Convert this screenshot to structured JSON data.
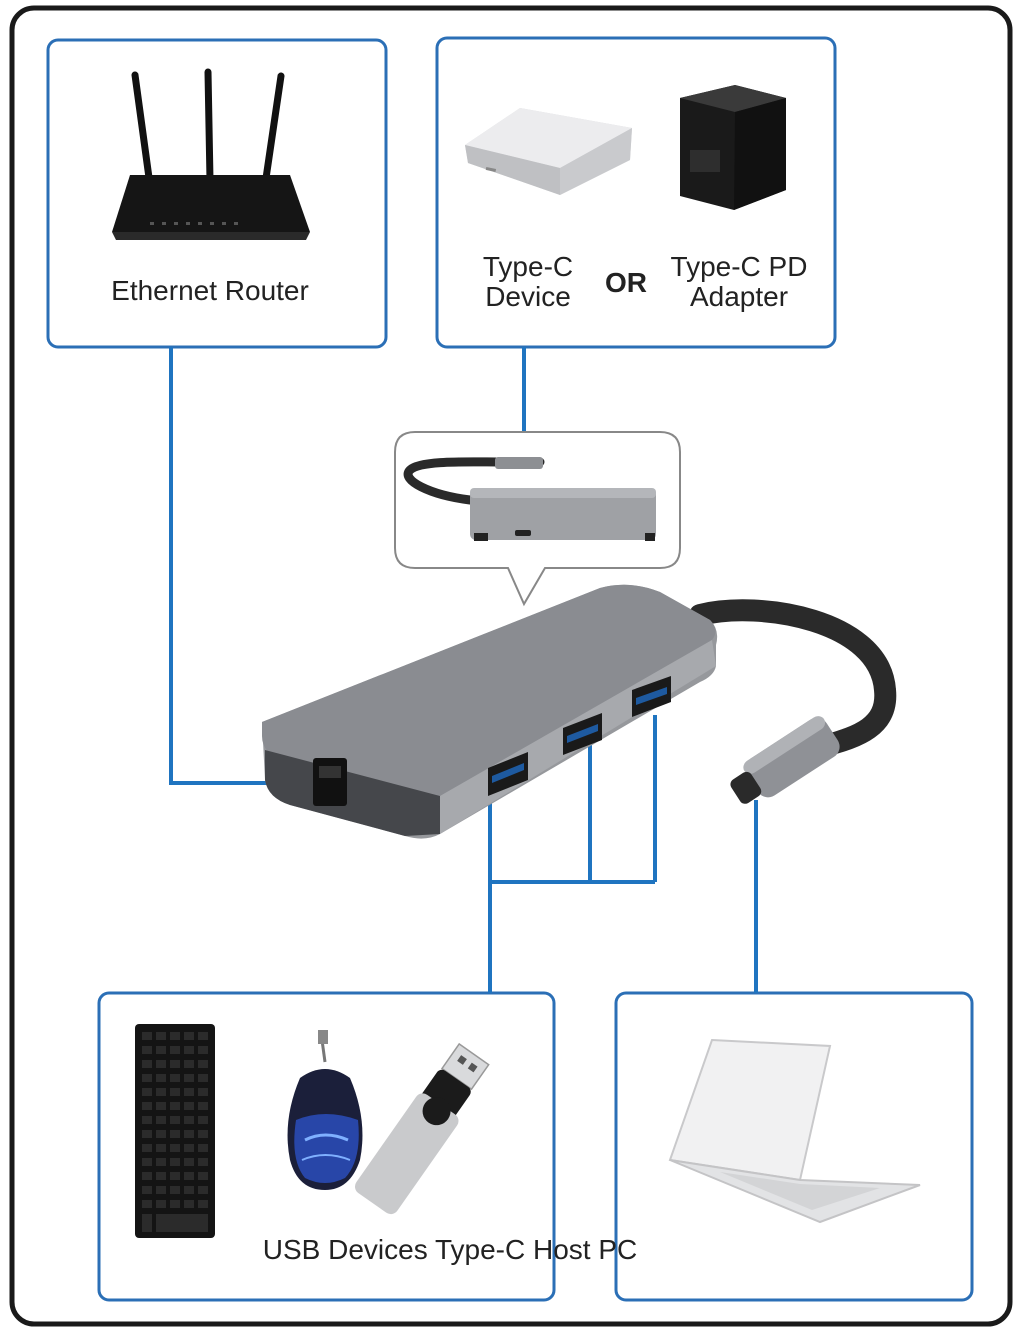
{
  "labels": {
    "router": "Ethernet Router",
    "typec_device_1": "Type-C",
    "typec_device_2": "Device",
    "or": "OR",
    "pd_adapter_1": "Type-C PD",
    "pd_adapter_2": "Adapter",
    "bottom": "USB Devices Type-C Host PC"
  },
  "colors": {
    "frame": "#1a1a1a",
    "box_border": "#2b6fb6",
    "connector": "#1f74c0",
    "hub_body": "#9fa1a5",
    "hub_top": "#8a8c91",
    "cable": "#2a2a2a"
  },
  "icons": [
    "router-icon",
    "ssd-icon",
    "pd-adapter-icon",
    "usb-hub-icon",
    "keyboard-icon",
    "mouse-icon",
    "usb-flash-drive-icon",
    "laptop-icon"
  ]
}
